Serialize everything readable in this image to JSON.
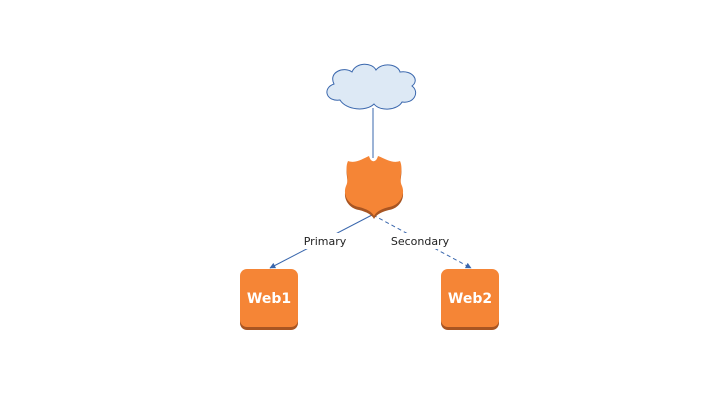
{
  "colors": {
    "cloud_fill": "#dde9f5",
    "cloud_stroke": "#3a67ad",
    "node_fill": "#f58536",
    "node_shadow": "#a85522",
    "edge_color": "#3a67ad"
  },
  "nodes": {
    "cloud": {
      "icon": "cloud-icon",
      "label": ""
    },
    "router": {
      "icon": "shield-icon",
      "label": ""
    },
    "web1": {
      "icon": "server-box",
      "label": "Web1"
    },
    "web2": {
      "icon": "server-box",
      "label": "Web2"
    }
  },
  "edges": {
    "cloud_router": {
      "style": "solid",
      "label": ""
    },
    "primary": {
      "style": "solid",
      "label": "Primary"
    },
    "secondary": {
      "style": "dashed",
      "label": "Secondary"
    }
  }
}
